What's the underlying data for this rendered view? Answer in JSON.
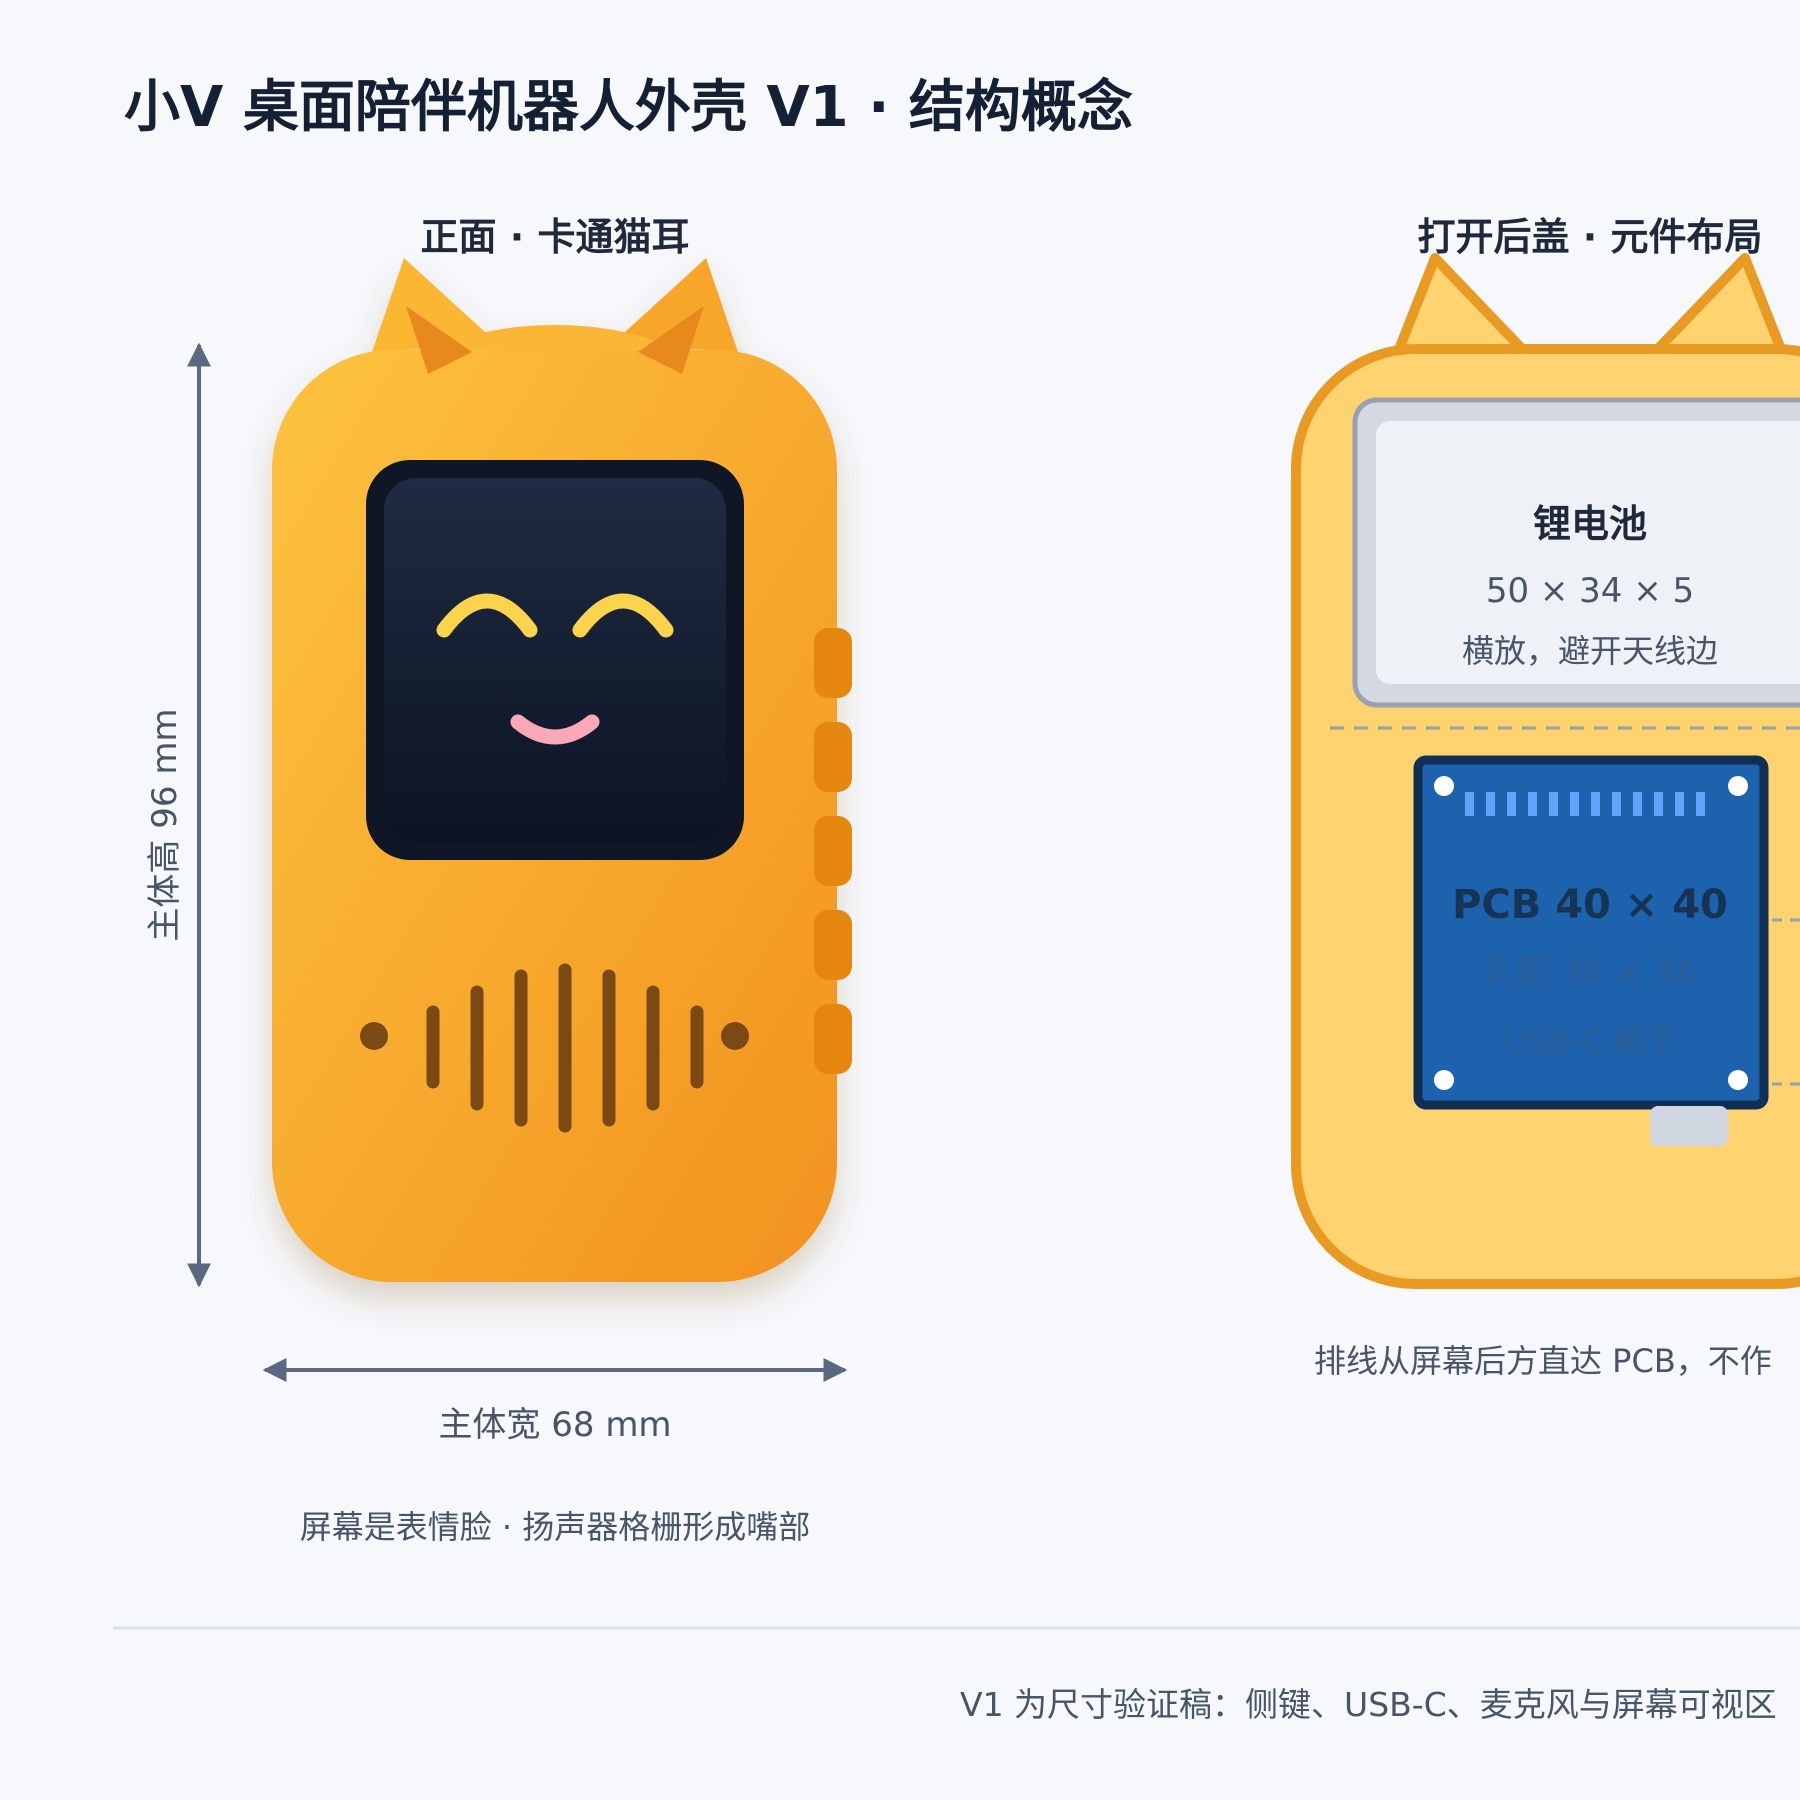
{
  "title": "小V 桌面陪伴机器人外壳 V1 · 结构概念",
  "front": {
    "label": "正面 · 卡通猫耳",
    "height_dim": "主体高 96 mm",
    "width_dim": "主体宽 68 mm",
    "caption": "屏幕是表情脸 · 扬声器格栅形成嘴部"
  },
  "back": {
    "label": "打开后盖 · 元件布局",
    "battery_title": "锂电池",
    "battery_size": "50 × 34 × 5",
    "battery_note": "横放，避开天线边",
    "pcb_title": "PCB 40 × 40",
    "pcb_holes": "孔距 36 × 36",
    "pcb_usb": "USB-C 朝下",
    "caption": "排线从屏幕后方直达 PCB，不作"
  },
  "footer_note": "V1 为尺寸验证稿：侧键、USB-C、麦克风与屏幕可视区",
  "colors": {
    "background": "#f6f8fb",
    "body_light": "#fdc33f",
    "body_dark": "#f2911e",
    "back_fill": "#ffd36f",
    "back_outline": "#e89a22",
    "side_button": "#e5870f",
    "screen": "#141c2d",
    "eye": "#fcd34d",
    "mouth": "#f9a8b8",
    "grille": "#7b4a14",
    "pcb": "#1c62ad",
    "pcb_edge": "#0f2f55",
    "pin": "#60a5fa",
    "battery_fill": "#eef1f5",
    "battery_edge": "#97a1b0",
    "dim_line": "#5a6880"
  }
}
